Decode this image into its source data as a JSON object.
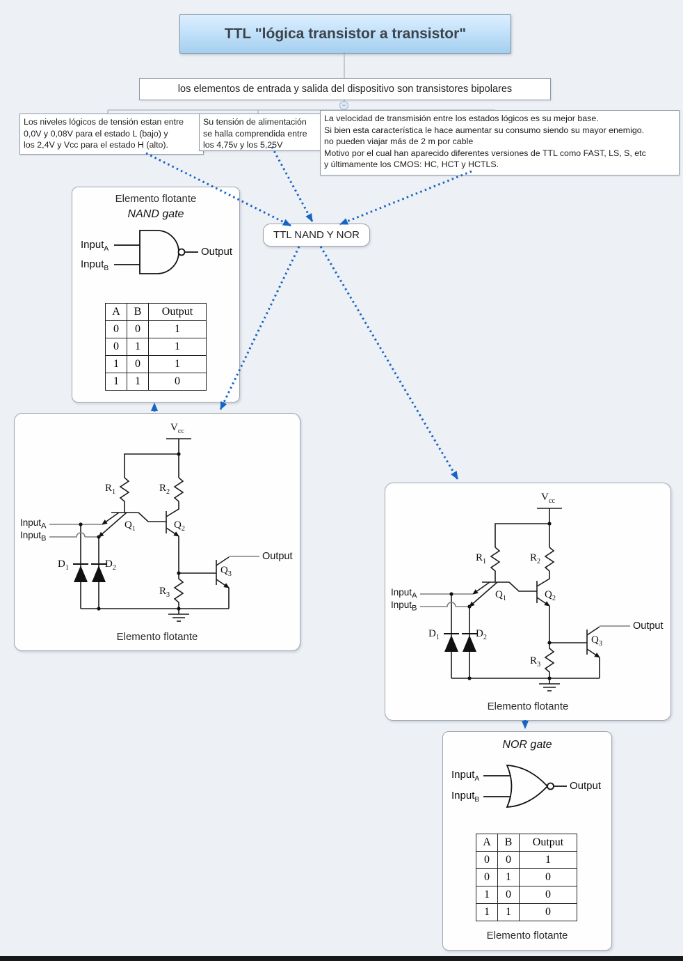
{
  "title": "TTL \"lógica transistor a transistor\"",
  "subtitle": "los elementos de entrada y salida del dispositivo son transistores bipolares",
  "toggle_glyph": "−",
  "notes": {
    "levels_lines": [
      "Los niveles lógicos de tensión estan entre",
      "0,0V y 0,08V para el estado L (bajo) y",
      "los 2,4V y Vcc para el estado H (alto)."
    ],
    "supply_lines": [
      "Su tensión de alimentación",
      "se halla comprendida entre",
      "los 4,75v y los 5,25V"
    ],
    "speed_lines": [
      "La velocidad de transmisión entre los estados lógicos es su mejor base.",
      "Si bien esta característica le hace aumentar su consumo siendo su mayor enemigo.",
      "no pueden viajar más de 2 m por cable",
      "Motivo por el cual han aparecido diferentes versiones de TTL como FAST, LS, S, etc",
      "y últimamente los CMOS: HC, HCT y HCTLS."
    ]
  },
  "center_node": "TTL NAND Y NOR",
  "nand": {
    "panel_title": "Elemento flotante",
    "gate_name": "NAND gate",
    "input_a": {
      "main": "Input",
      "sub": "A"
    },
    "input_b": {
      "main": "Input",
      "sub": "B"
    },
    "output": "Output",
    "table": {
      "headers": [
        "A",
        "B",
        "Output"
      ],
      "rows": [
        [
          "0",
          "0",
          "1"
        ],
        [
          "0",
          "1",
          "1"
        ],
        [
          "1",
          "0",
          "1"
        ],
        [
          "1",
          "1",
          "0"
        ]
      ]
    }
  },
  "nor": {
    "gate_name": "NOR gate",
    "input_a": {
      "main": "Input",
      "sub": "A"
    },
    "input_b": {
      "main": "Input",
      "sub": "B"
    },
    "output": "Output",
    "table": {
      "headers": [
        "A",
        "B",
        "Output"
      ],
      "rows": [
        [
          "0",
          "0",
          "1"
        ],
        [
          "0",
          "1",
          "0"
        ],
        [
          "1",
          "0",
          "0"
        ],
        [
          "1",
          "1",
          "0"
        ]
      ]
    },
    "caption": "Elemento flotante"
  },
  "circuit": {
    "vcc": {
      "main": "V",
      "sub": "cc"
    },
    "r1": {
      "main": "R",
      "sub": "1"
    },
    "r2": {
      "main": "R",
      "sub": "2"
    },
    "r3": {
      "main": "R",
      "sub": "3"
    },
    "q1": {
      "main": "Q",
      "sub": "1"
    },
    "q2": {
      "main": "Q",
      "sub": "2"
    },
    "q3": {
      "main": "Q",
      "sub": "3"
    },
    "d1": {
      "main": "D",
      "sub": "1"
    },
    "d2": {
      "main": "D",
      "sub": "2"
    },
    "input_a": {
      "main": "Input",
      "sub": "A"
    },
    "input_b": {
      "main": "Input",
      "sub": "B"
    },
    "output": "Output",
    "caption": "Elemento flotante"
  },
  "colors": {
    "arrow_blue": "#1565c6",
    "node_blue_top": "#ddeffe",
    "node_blue_bottom": "#a4cfef"
  }
}
